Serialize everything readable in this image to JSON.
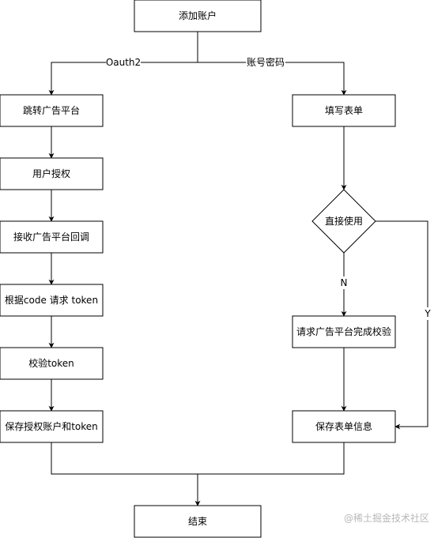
{
  "nodes": {
    "add_account": "添加账户",
    "jump_ad_platform": "跳转广告平台",
    "user_authorize": "用户授权",
    "receive_callback": "接收广告平台回调",
    "request_token": "根据code 请求 token",
    "verify_token": "校验token",
    "save_auth": "保存授权账户和token",
    "fill_form": "填写表单",
    "direct_use": "直接使用",
    "request_verify": "请求广告平台完成校验",
    "save_form": "保存表单信息",
    "end": "结束"
  },
  "edge_labels": {
    "oauth2": "Oauth2",
    "account_password": "账号密码",
    "no": "N",
    "yes": "Y"
  },
  "watermark": "@稀土掘金技术社区"
}
